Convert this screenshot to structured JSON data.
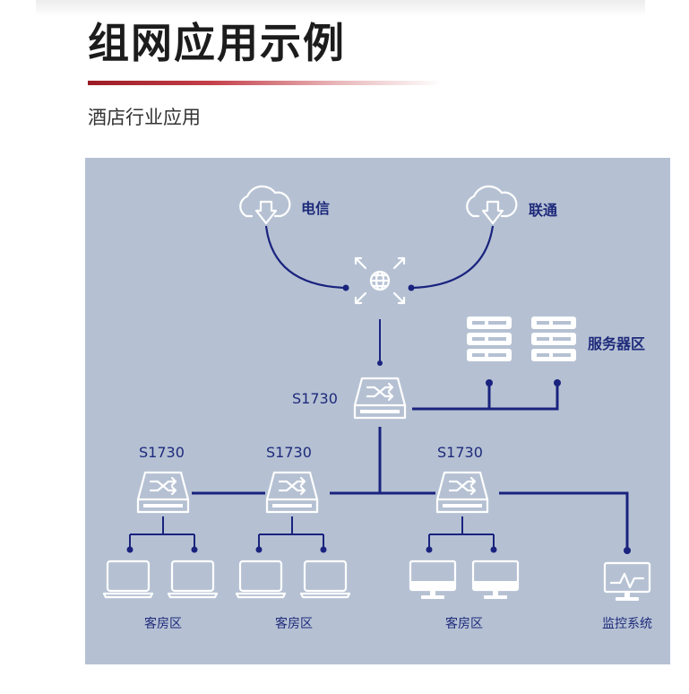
{
  "header": {
    "title": "组网应用示例",
    "subtitle": "酒店行业应用"
  },
  "diagram": {
    "isp_left": "电信",
    "isp_right": "联通",
    "server_zone": "服务器区",
    "core_switch": "S1730",
    "access_switches": [
      "S1730",
      "S1730",
      "S1730"
    ],
    "zones": [
      "客房区",
      "客房区",
      "客房区",
      "监控系统"
    ]
  },
  "colors": {
    "accent": "#9b1b24",
    "panel_bg": "#b5c1d3",
    "line": "#1a237e",
    "label": "#1e2a7a"
  }
}
